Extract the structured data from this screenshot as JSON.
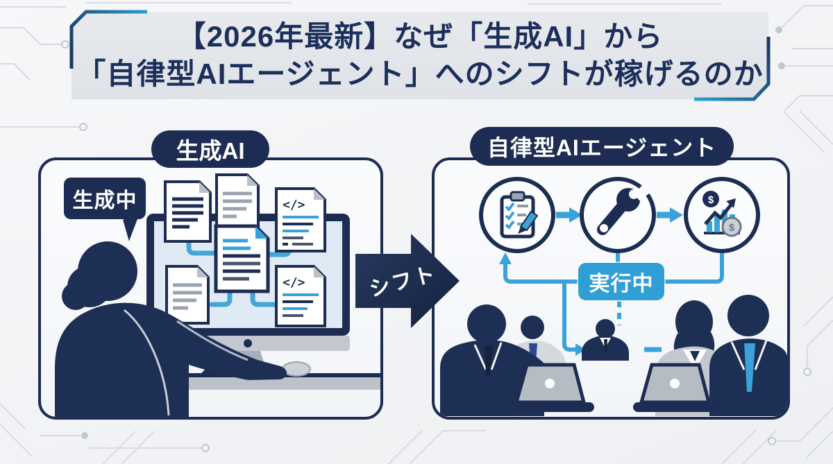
{
  "title": {
    "line1": "【2026年最新】なぜ「生成AI」から",
    "line2": "「自律型AIエージェント」へのシフトが稼げるのか"
  },
  "left_panel": {
    "label": "生成AI",
    "status_bubble": "生成中",
    "code_glyph": "</>",
    "icons": [
      "text-document-icon",
      "code-document-icon",
      "monitor-icon",
      "mouse-icon",
      "woman-silhouette"
    ]
  },
  "shift": {
    "label": "シフト"
  },
  "right_panel": {
    "label": "自律型AIエージェント",
    "status_badge": "実行中",
    "dollar_glyph": "$",
    "workflow_steps": [
      {
        "icon": "clipboard-checklist-icon"
      },
      {
        "icon": "wrench-icon"
      },
      {
        "icon": "profit-growth-icon"
      }
    ],
    "icons": [
      "businessman-silhouette",
      "laptop-icon",
      "flow-arrows"
    ]
  },
  "colors": {
    "navy": "#1d2c52",
    "title_navy": "#1b2f5a",
    "accent_blue": "#3aa2da",
    "badge_blue": "#2f9fd6",
    "teal": "#2ba3cc",
    "banner_bg": "#e4e6ea",
    "page_bg": "#f3f4f6",
    "circuit_gray": "#d8dade"
  }
}
